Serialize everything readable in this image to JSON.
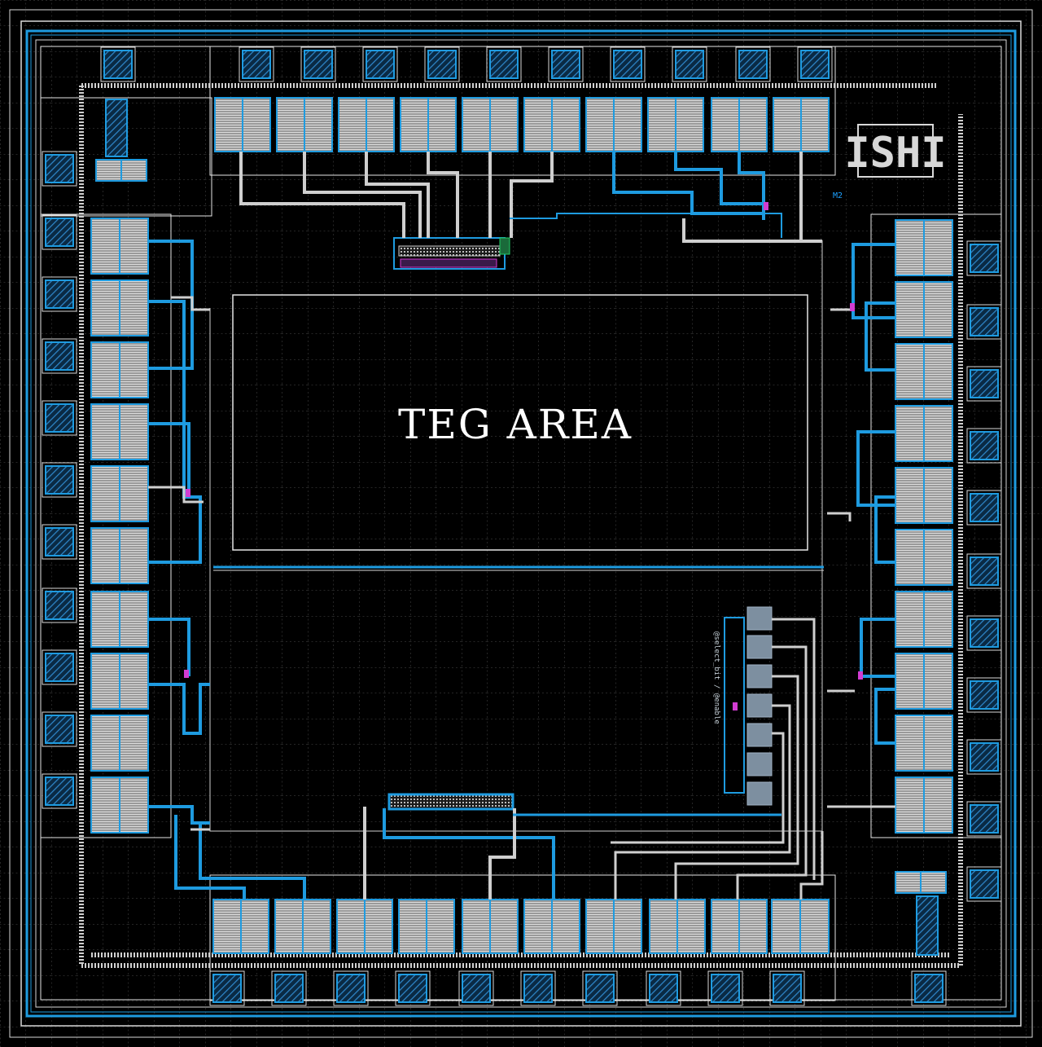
{
  "view": {
    "background": "#000000",
    "grid_color": "#5a5a5a"
  },
  "colors": {
    "metal_blue": "#1e9be0",
    "metal_white": "#d9d9d9",
    "pad_hatch": "#2f86c8",
    "pad_fill": "#5a6b80",
    "via_magenta": "#d23cd2",
    "block_gray": "#7d8fa0"
  },
  "teg": {
    "label": "TEG AREA"
  },
  "logo": {
    "text": "ISHI"
  },
  "labels": {
    "metal_tag": "M2",
    "rotated_tag": "@select_bit / @enable"
  }
}
